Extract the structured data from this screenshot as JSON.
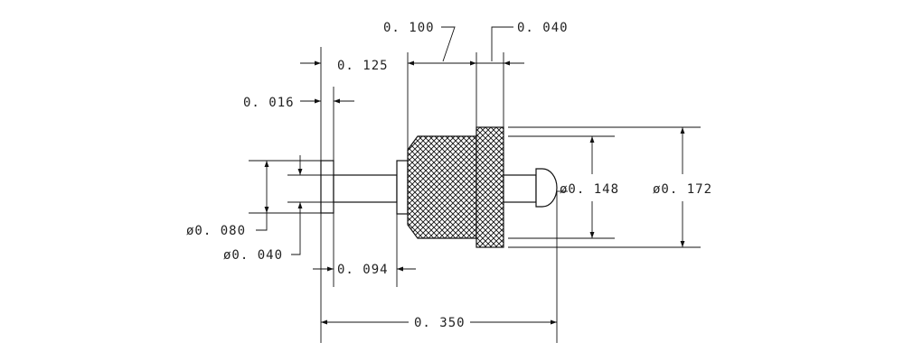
{
  "dimensions": {
    "d_0_100": "0. 100",
    "d_0_040_top": "0. 040",
    "d_0_125": "0. 125",
    "d_0_016": "0. 016",
    "d_dia_0_148": "ø0. 148",
    "d_dia_0_172": "ø0. 172",
    "d_dia_0_080": "ø0. 080",
    "d_dia_0_040": "ø0. 040",
    "d_0_094": "0. 094",
    "d_0_350": "0. 350"
  },
  "colors": {
    "ink": "#111111",
    "background": "#ffffff"
  }
}
